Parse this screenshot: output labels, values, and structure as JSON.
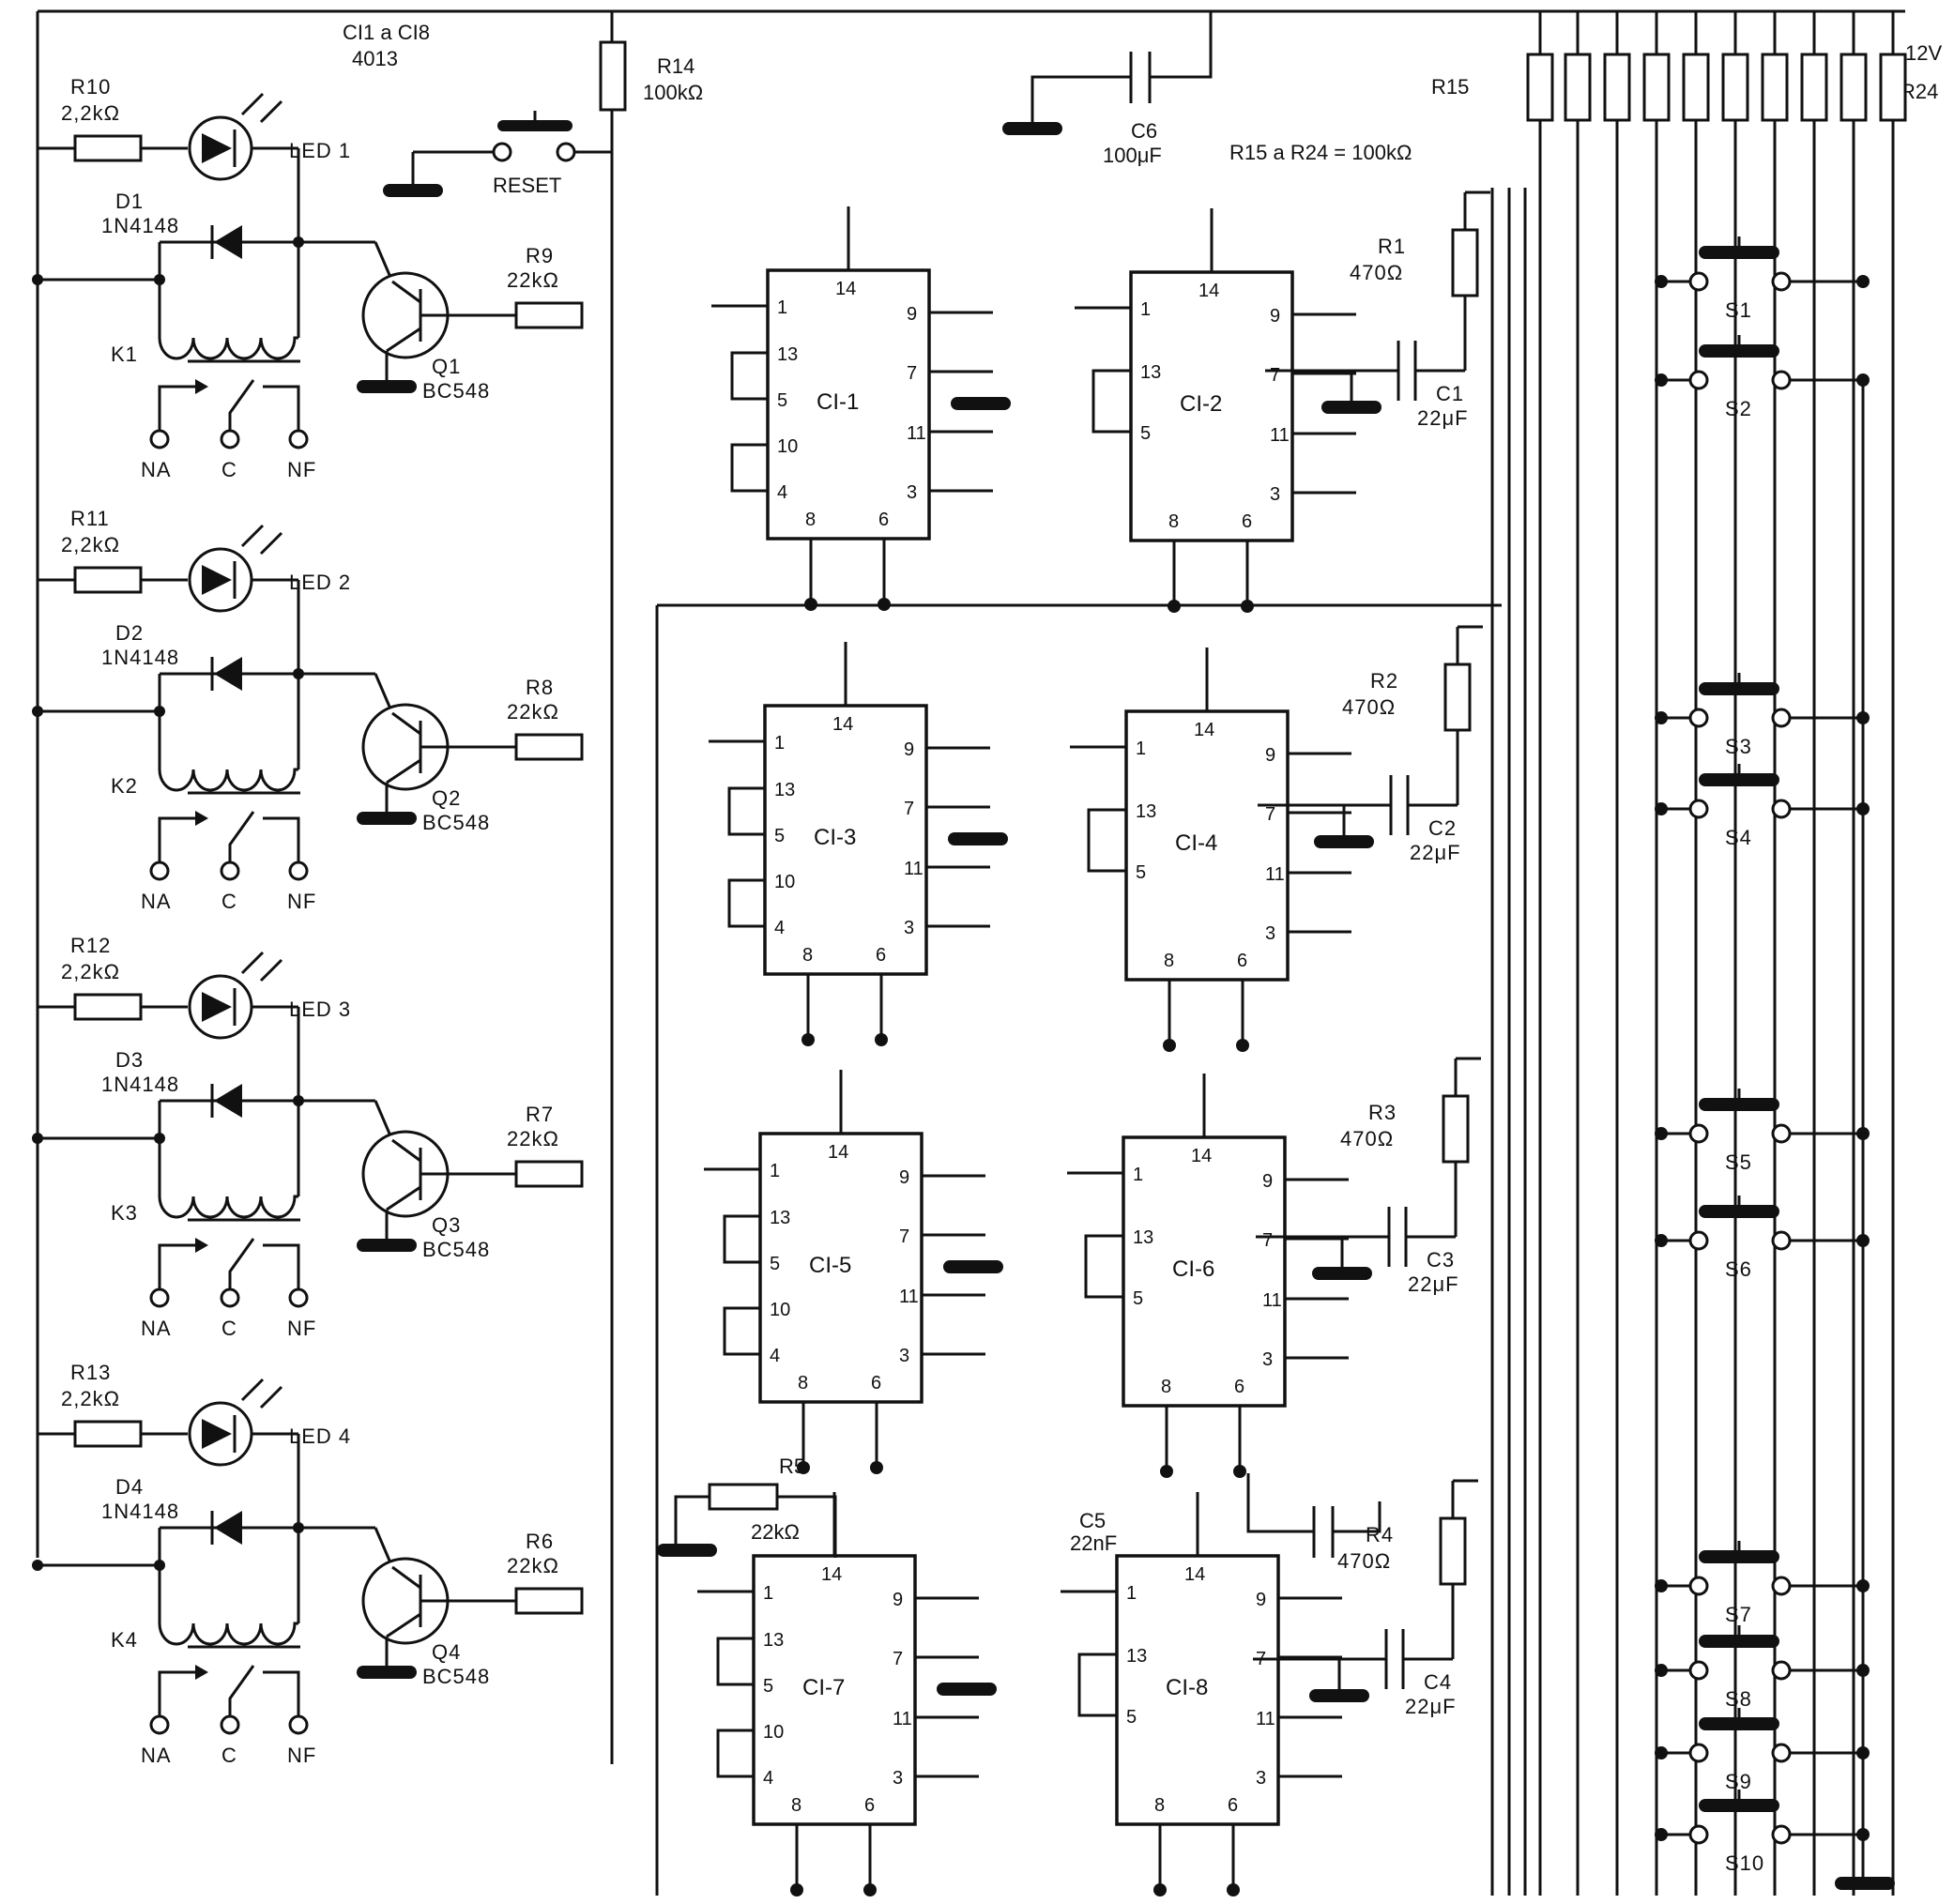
{
  "header": {
    "ci_range": "CI1 a CI8",
    "ci_type": "4013",
    "supply": "12V",
    "r15_label": "R15",
    "r24_label": "R24",
    "r15_r24_value": "R15 a R24 = 100kΩ"
  },
  "reset": {
    "r14_name": "R14",
    "r14_value": "100kΩ",
    "switch_label": "RESET",
    "c6_name": "C6",
    "c6_value": "100μF"
  },
  "channels": [
    {
      "r_led": "R10",
      "r_led_value": "2,2kΩ",
      "led": "LED 1",
      "diode": "D1",
      "diode_type": "1N4148",
      "relay": "K1",
      "transistor": "Q1",
      "transistor_type": "BC548",
      "r_base": "R9",
      "r_base_value": "22kΩ",
      "na": "NA",
      "c": "C",
      "nf": "NF"
    },
    {
      "r_led": "R11",
      "r_led_value": "2,2kΩ",
      "led": "LED 2",
      "diode": "D2",
      "diode_type": "1N4148",
      "relay": "K2",
      "transistor": "Q2",
      "transistor_type": "BC548",
      "r_base": "R8",
      "r_base_value": "22kΩ",
      "na": "NA",
      "c": "C",
      "nf": "NF"
    },
    {
      "r_led": "R12",
      "r_led_value": "2,2kΩ",
      "led": "LED 3",
      "diode": "D3",
      "diode_type": "1N4148",
      "relay": "K3",
      "transistor": "Q3",
      "transistor_type": "BC548",
      "r_base": "R7",
      "r_base_value": "22kΩ",
      "na": "NA",
      "c": "C",
      "nf": "NF"
    },
    {
      "r_led": "R13",
      "r_led_value": "2,2kΩ",
      "led": "LED 4",
      "diode": "D4",
      "diode_type": "1N4148",
      "relay": "K4",
      "transistor": "Q4",
      "transistor_type": "BC548",
      "r_base": "R6",
      "r_base_value": "22kΩ",
      "na": "NA",
      "c": "C",
      "nf": "NF"
    }
  ],
  "chips": [
    {
      "name": "CI-1"
    },
    {
      "name": "CI-2"
    },
    {
      "name": "CI-3"
    },
    {
      "name": "CI-4"
    },
    {
      "name": "CI-5"
    },
    {
      "name": "CI-6"
    },
    {
      "name": "CI-7"
    },
    {
      "name": "CI-8"
    }
  ],
  "pins_left_a": [
    "1",
    "13",
    "5",
    "10",
    "4"
  ],
  "pins_right_a": [
    "9",
    "7",
    "11",
    "3"
  ],
  "pins_bottom": [
    "8",
    "6"
  ],
  "pin_top": "14",
  "pins_left_b": [
    "1",
    "13",
    "5"
  ],
  "rc": [
    {
      "r": "R1",
      "r_value": "470Ω",
      "c": "C1",
      "c_value": "22μF"
    },
    {
      "r": "R2",
      "r_value": "470Ω",
      "c": "C2",
      "c_value": "22μF"
    },
    {
      "r": "R3",
      "r_value": "470Ω",
      "c": "C3",
      "c_value": "22μF"
    },
    {
      "r": "R4",
      "r_value": "470Ω",
      "c": "C4",
      "c_value": "22μF"
    }
  ],
  "r5": {
    "name": "R5",
    "value": "22kΩ"
  },
  "c5": {
    "name": "C5",
    "value": "22nF"
  },
  "switches": [
    "S1",
    "S2",
    "S3",
    "S4",
    "S5",
    "S6",
    "S7",
    "S8",
    "S9",
    "S10"
  ]
}
